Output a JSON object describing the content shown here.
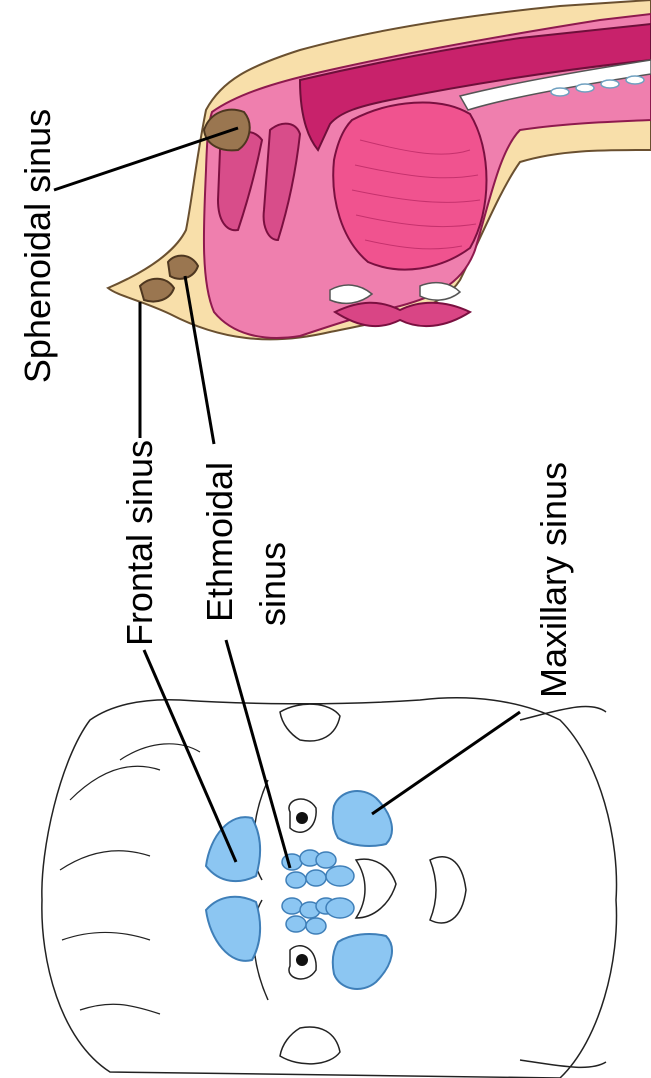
{
  "labels": {
    "sphenoidal": "Sphenoidal sinus",
    "frontal": "Frontal sinus",
    "ethmoidal_line1": "Ethmoidal",
    "ethmoidal_line2": "sinus",
    "maxillary": "Maxillary sinus"
  },
  "colors": {
    "sinus_fill": "#8cc6f2",
    "sinus_stroke": "#3f7fb8",
    "tissue_pink": "#ee6fa3",
    "tissue_magenta": "#c8226b",
    "bone_beige": "#f8dfaa",
    "sinus_brown": "#9a7650",
    "outline": "#222222"
  }
}
